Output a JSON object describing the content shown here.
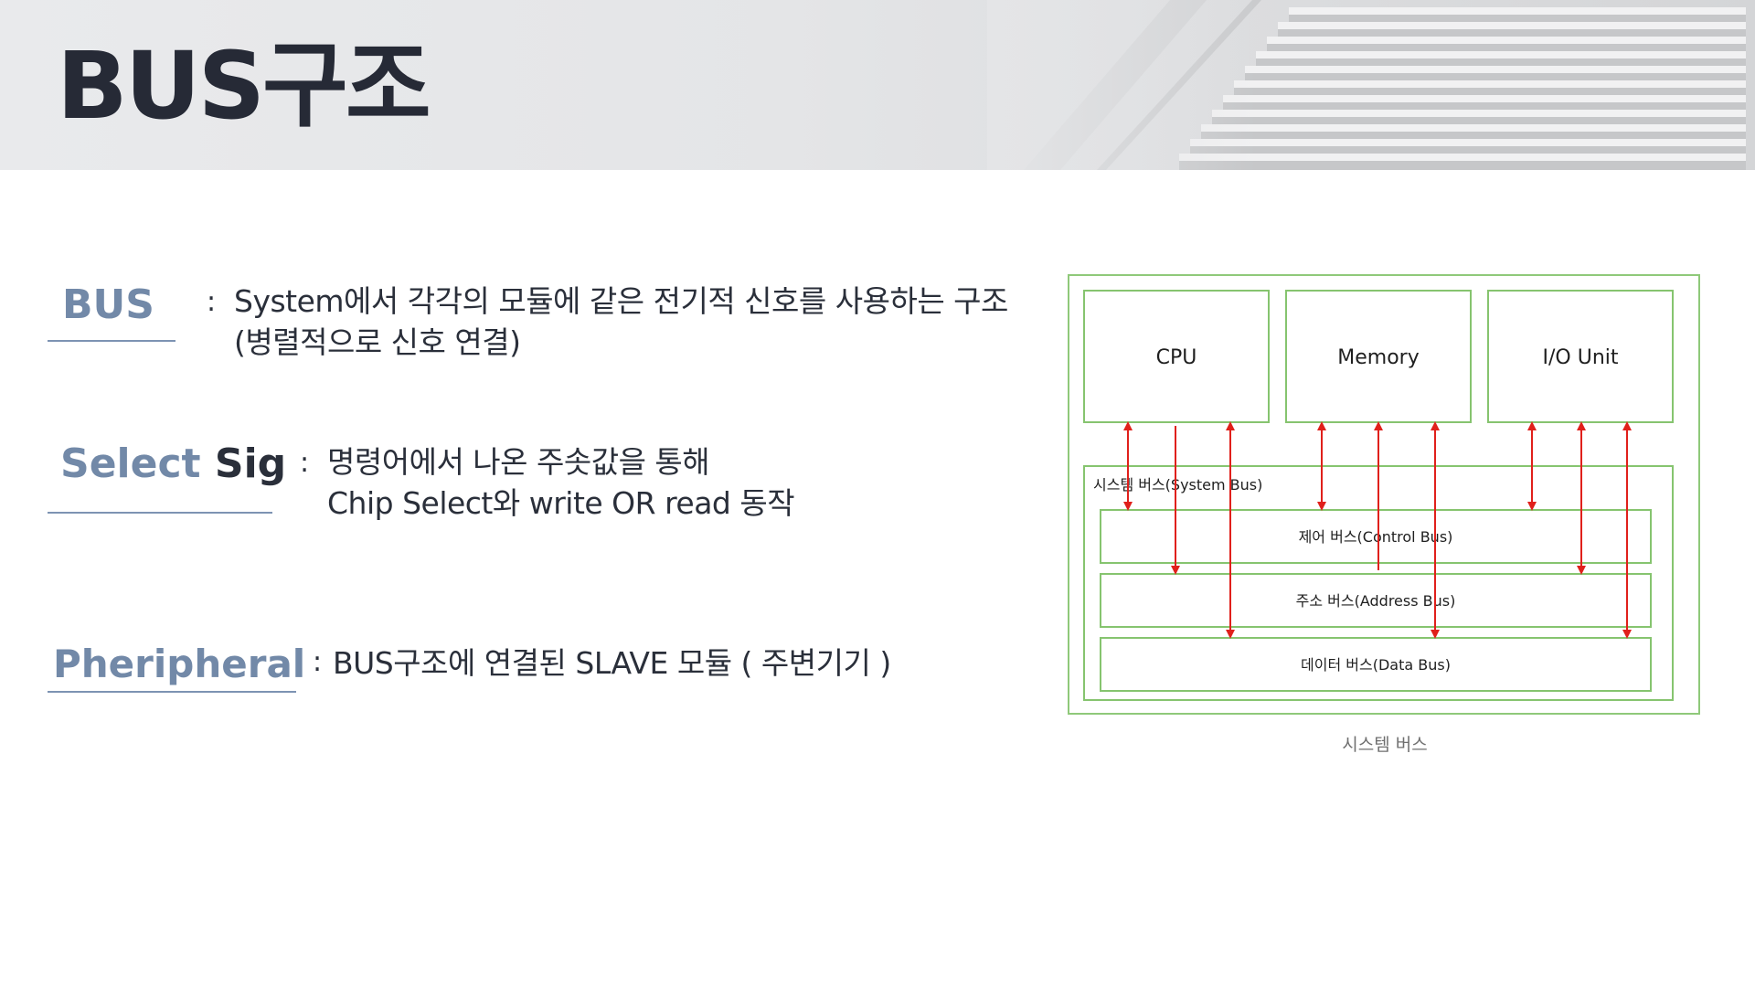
{
  "header": {
    "title": "BUS구조"
  },
  "definitions": [
    {
      "term": "BUS",
      "colon": ":",
      "lines": [
        "System에서 각각의 모듈에 같은 전기적 신호를 사용하는 구조",
        "(병렬적으로 신호 연결)"
      ]
    },
    {
      "term_part1": "Select ",
      "term_part2": "Sig",
      "colon": ":",
      "lines": [
        "명령어에서 나온 주솟값을 통해",
        "Chip Select와 write OR read 동작"
      ]
    },
    {
      "term": "Pheripheral",
      "colon": ":",
      "lines": [
        "BUS구조에 연결된 SLAVE 모듈 ( 주변기기 )"
      ]
    }
  ],
  "diagram": {
    "modules": [
      "CPU",
      "Memory",
      "I/O Unit"
    ],
    "system_bus_label": "시스템 버스(System Bus)",
    "buses": [
      "제어 버스(Control Bus)",
      "주소 버스(Address Bus)",
      "데이터 버스(Data Bus)"
    ],
    "caption": "시스템 버스",
    "colors": {
      "border": "#8fc97a",
      "box": "#86c46f",
      "arrow": "#e0201b",
      "text": "#1f1f1f"
    }
  }
}
